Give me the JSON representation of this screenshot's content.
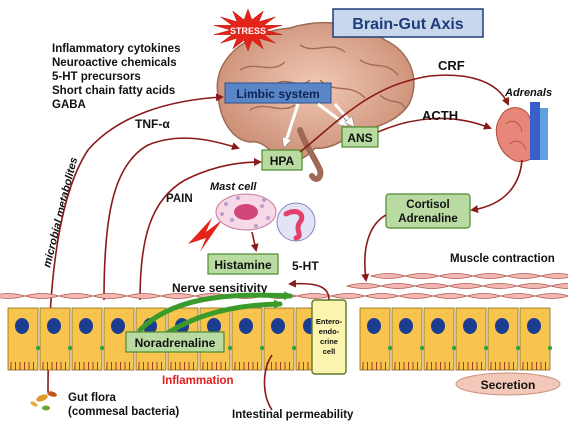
{
  "title": "Brain-Gut Axis",
  "stress": "STRESS",
  "metabolites": [
    "Inflammatory cytokines",
    "Neuroactive chemicals",
    "5-HT precursors",
    "Short chain fatty acids",
    "GABA"
  ],
  "microbial_metabolites": "microbial metabolites",
  "limbic": "Limbic system",
  "hpa": "HPA",
  "ans": "ANS",
  "crf": "CRF",
  "acth": "ACTH",
  "adrenals": "Adrenals",
  "tnf": "TNF-α",
  "pain": "PAIN",
  "mast_cell": "Mast cell",
  "histamine": "Histamine",
  "five_ht": "5-HT",
  "cortisol": [
    "Cortisol",
    "Adrenaline"
  ],
  "muscle_contraction": "Muscle contraction",
  "nerve_sensitivity": "Nerve sensitivity",
  "enteroendocrine": [
    "Entero-",
    "endo-",
    "crine",
    "cell"
  ],
  "noradrenaline": "Noradrenaline",
  "inflammation": "Inflammation",
  "secretion": "Secretion",
  "gut_flora": [
    "Gut flora",
    "(commesal bacteria)"
  ],
  "intestinal_permeability": "Intestinal permeability",
  "colors": {
    "title_bg": "#c9d7ec",
    "title_text": "#1f3d7a",
    "green_box_bg": "#b9dba2",
    "green_box_border": "#4e8a2e",
    "arrow": "#8b1a1a",
    "cell_fill": "#f7c54e",
    "nucleus": "#1b3d8f",
    "stress": "#e42418",
    "inflammation": "#e02020",
    "brain": "#d7a08a"
  }
}
